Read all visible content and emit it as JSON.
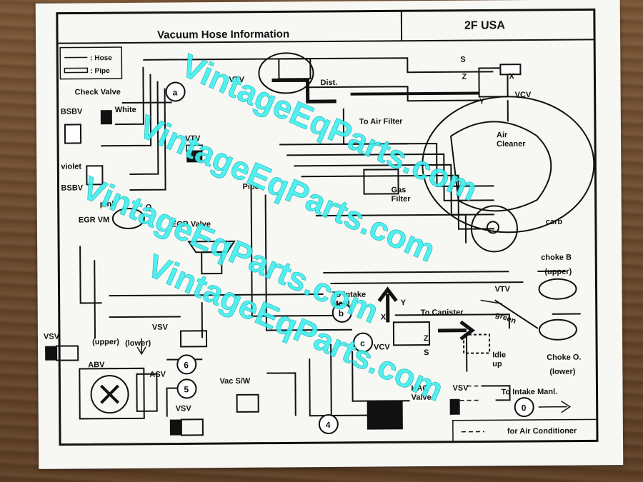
{
  "header": {
    "title": "Vacuum Hose Information",
    "model": "2F  USA"
  },
  "legend": {
    "hose": ": Hose",
    "pipe": ": Pipe"
  },
  "labels": {
    "check_valve": "Check Valve",
    "white": "White",
    "bsbv_top": "BSBV",
    "violet": "violet",
    "bsbv_bottom": "BSBV",
    "pink": "pink",
    "egr_vm": "EGR VM",
    "q": "Q",
    "egr_valve": "EGR Valve",
    "vtv_top": "VTV",
    "vtv_mid": "VTV",
    "dist": "Dist.",
    "to_air_filter": "To Air Filter",
    "s_top": "S",
    "z_top": "Z",
    "x_top": "X",
    "y_top": "Y",
    "vcv": "VCV",
    "air_cleaner": "Air\nCleaner",
    "pipe": "Pipe",
    "gas_filter": "Gas\nFilter",
    "carb": "carb",
    "choke_b": "choke B",
    "upper": "(upper)",
    "vtv_right": "VTV",
    "green": "green",
    "choke_o": "Choke O.",
    "lower_right": "(lower)",
    "to_intake_manl": "To Intake\nManl.",
    "to_canister": "To Canister",
    "x_mid": "X",
    "y_mid": "Y",
    "z_mid": "Z",
    "s_mid": "S",
    "vcv_mid": "VCV",
    "vsv_left": "VSV",
    "upper_left": "(upper)",
    "lower_left": "(lower)",
    "vsv_mid": "VSV",
    "abv": "ABV",
    "asv": "ASV",
    "vsv_bottom": "VSV",
    "vac_sw": "Vac S/W",
    "hac_valve": "HAC\nValve",
    "idle_up": "Idle\nup",
    "vsv_right": "VSV",
    "to_intake_manl_right": "To Intake Manl.",
    "for_air_conditioner": "for Air Conditioner",
    "circle_a": "a",
    "circle_b": "b",
    "circle_c": "c",
    "circle_6": "6",
    "circle_5": "5",
    "circle_4": "4",
    "circle_0": "0"
  },
  "watermark": "VintageEqParts.com",
  "colors": {
    "watermark": "#3ff0f0",
    "ink": "#111111",
    "paper": "#f7f7f4"
  }
}
